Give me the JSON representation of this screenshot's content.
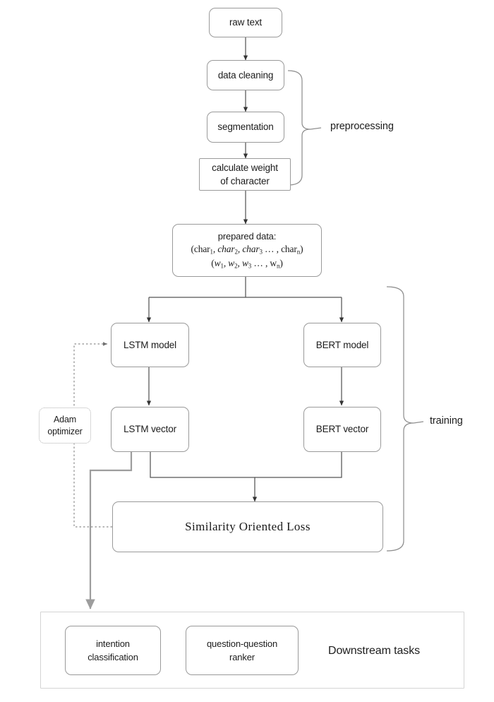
{
  "diagram": {
    "title_hidden": "",
    "stroke_color": "#9a9a9a",
    "dotted_color": "#b0b0b0",
    "text_color": "#1c1c1c",
    "nodes": {
      "raw_text": "raw text",
      "data_cleaning": "data cleaning",
      "segmentation": "segmentation",
      "calculate_weight_line1": "calculate weight",
      "calculate_weight_line2": "of character",
      "prepared_data_title": "prepared data:",
      "prepared_data_chars_open": "(",
      "prepared_data_char1": "char",
      "prepared_data_char1_sub": "1",
      "prepared_data_sep1": ", ",
      "prepared_data_char2": "char",
      "prepared_data_char2_sub": "2",
      "prepared_data_sep2": ", ",
      "prepared_data_char3": "char",
      "prepared_data_char3_sub": "3",
      "prepared_data_ellipsis": " … , ",
      "prepared_data_charn": "char",
      "prepared_data_charn_sub": "n",
      "prepared_data_chars_close": ")",
      "prepared_data_w_open": "(",
      "prepared_data_w1": "w",
      "prepared_data_w1_sub": "1",
      "prepared_data_wsep1": ", ",
      "prepared_data_w2": "w",
      "prepared_data_w2_sub": "2",
      "prepared_data_wsep2": ", ",
      "prepared_data_w3": "w",
      "prepared_data_w3_sub": "3",
      "prepared_data_wellipsis": " … , ",
      "prepared_data_wn": "w",
      "prepared_data_wn_sub": "n",
      "prepared_data_w_close": ")",
      "lstm_model": "LSTM model",
      "bert_model": "BERT model",
      "lstm_vector": "LSTM vector",
      "bert_vector": "BERT vector",
      "adam_line1": "Adam",
      "adam_line2": "optimizer",
      "similarity_loss": "Similarity  Oriented  Loss",
      "intention_line1": "intention",
      "intention_line2": "classification",
      "qq_line1": "question-question",
      "qq_line2": "ranker",
      "downstream_tasks": "Downstream tasks"
    },
    "brace_labels": {
      "preprocessing": "preprocessing",
      "training": "training"
    }
  }
}
